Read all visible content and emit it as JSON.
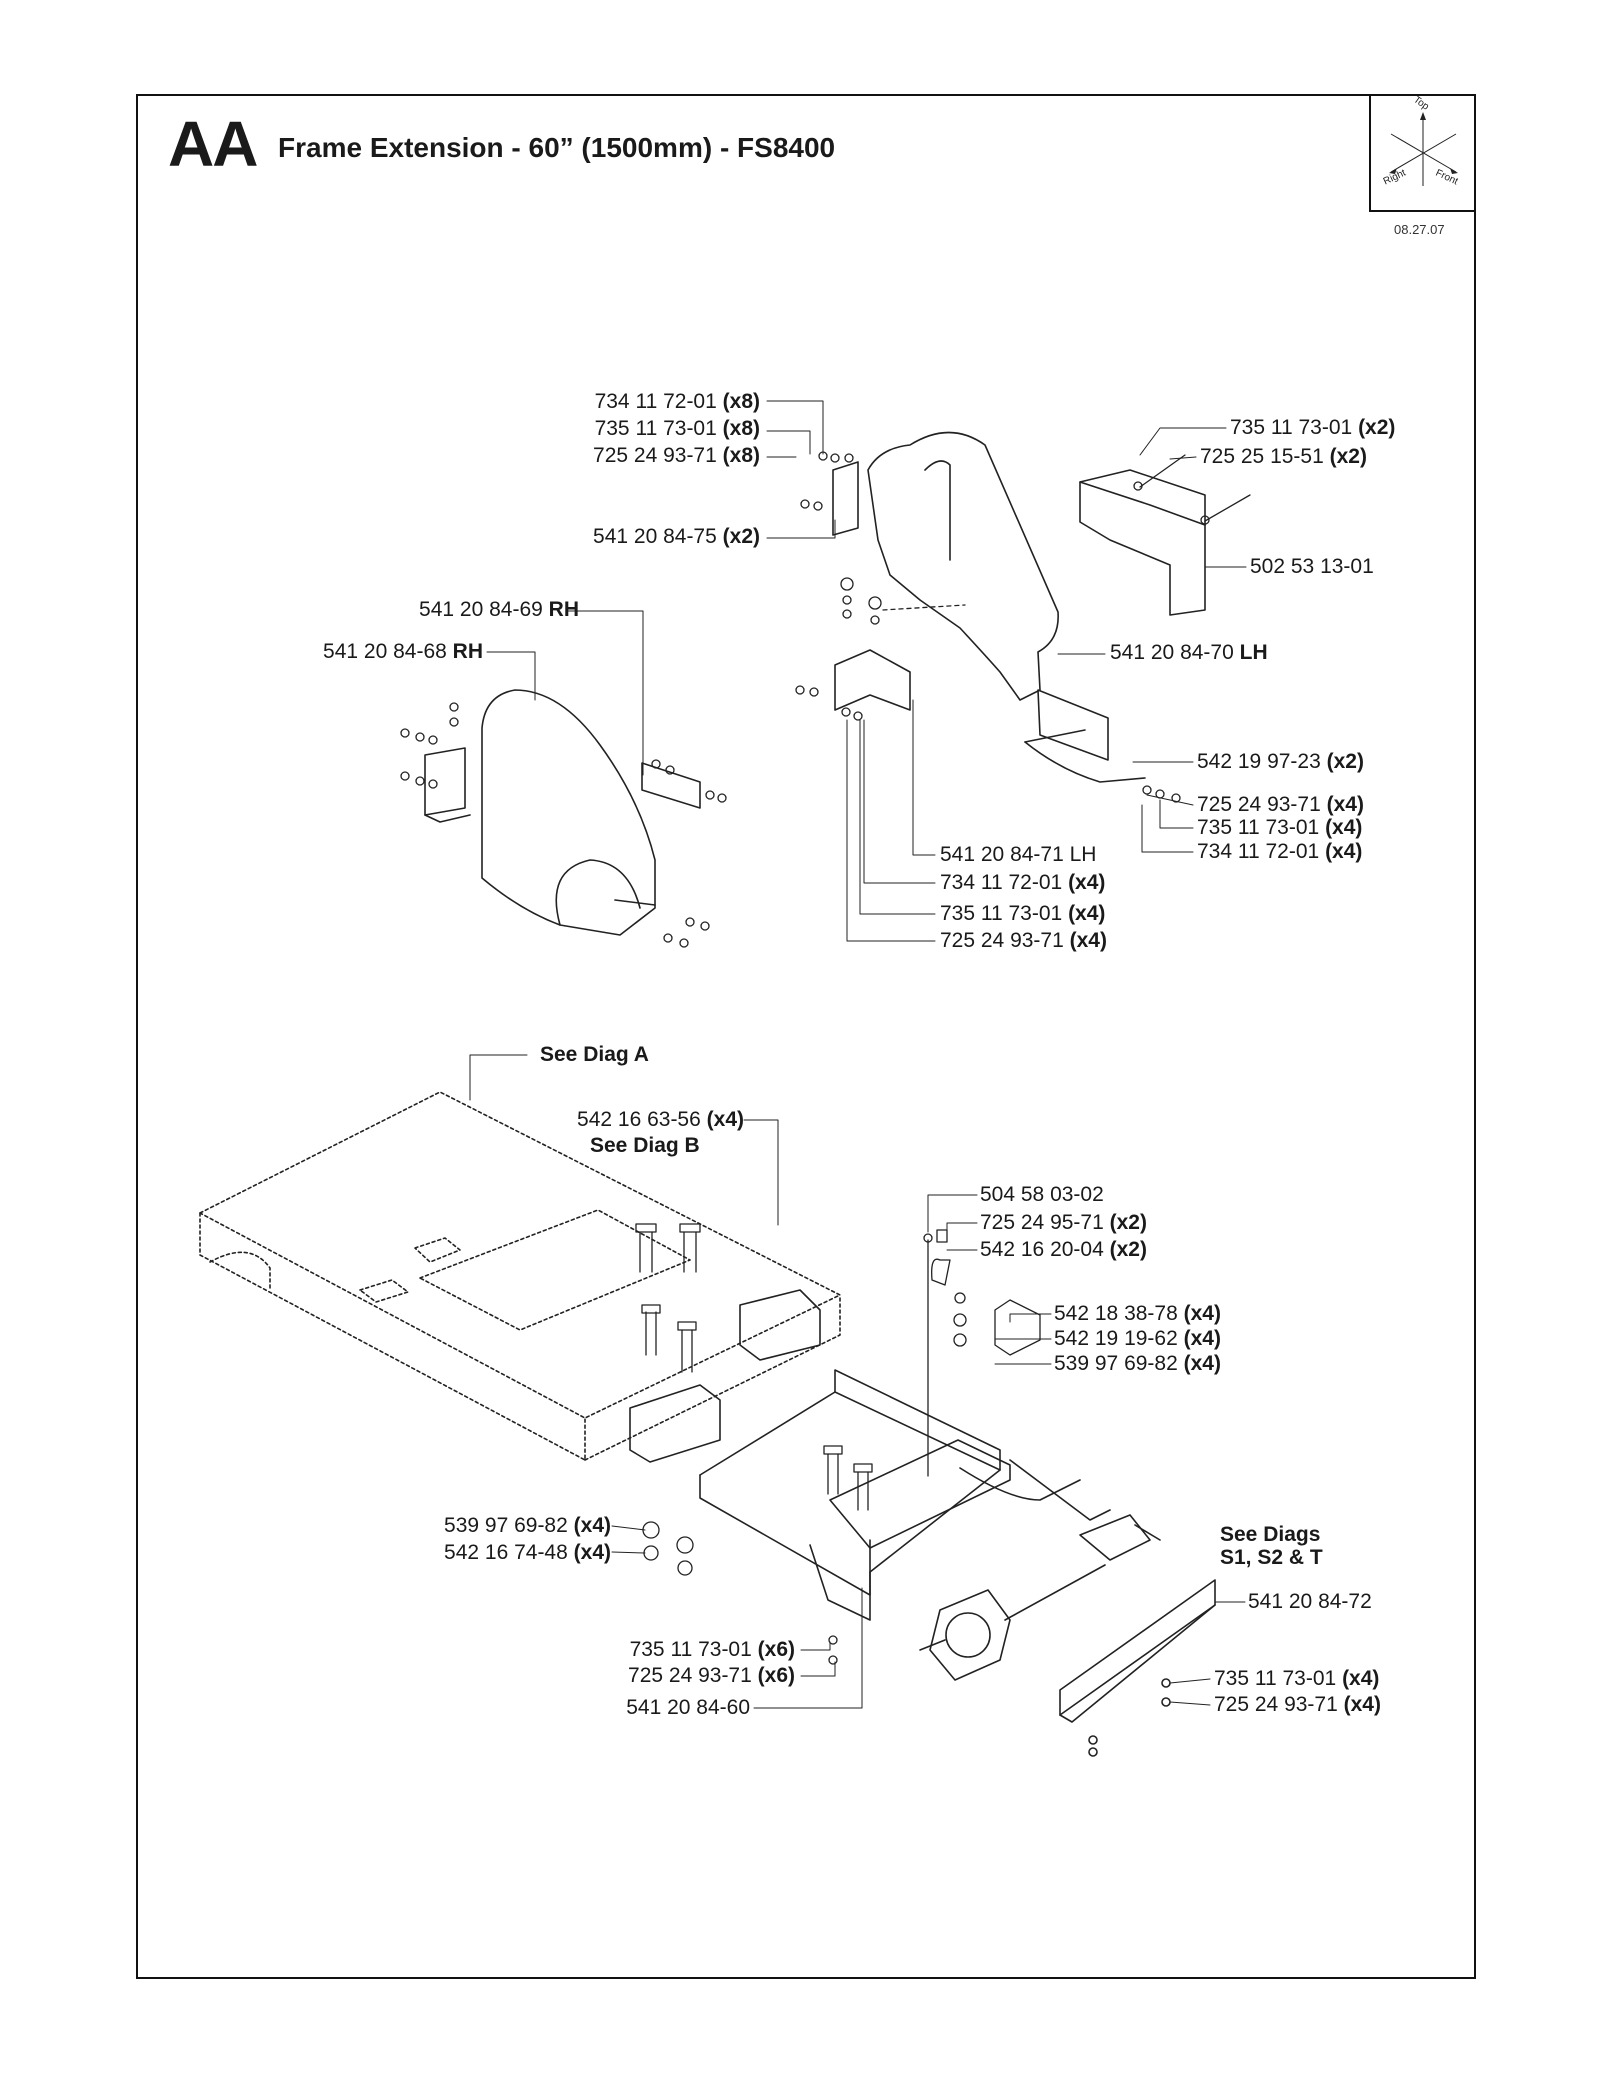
{
  "title": {
    "code": "AA",
    "text": "Frame Extension - 60” (1500mm) - FS8400"
  },
  "date": "08.27.07",
  "orientation": {
    "top": "Top",
    "right": "Right",
    "front": "Front"
  },
  "callouts": {
    "c1": {
      "num": "734 11 72-01",
      "qty": "(x8)"
    },
    "c2": {
      "num": "735 11 73-01",
      "qty": "(x8)"
    },
    "c3": {
      "num": "725 24 93-71",
      "qty": "(x8)"
    },
    "c4": {
      "num": "541 20 84-75",
      "qty": "(x2)"
    },
    "c5": {
      "num": "735 11 73-01",
      "qty": "(x2)"
    },
    "c6": {
      "num": "725 25 15-51",
      "qty": "(x2)"
    },
    "c7": {
      "num": "502 53 13-01",
      "qty": ""
    },
    "c8": {
      "num": "541 20 84-69",
      "qty": "RH"
    },
    "c9": {
      "num": "541 20 84-68",
      "qty": "RH"
    },
    "c10": {
      "num": "541 20 84-70",
      "qty": "LH"
    },
    "c11": {
      "num": "542 19 97-23",
      "qty": "(x2)"
    },
    "c12": {
      "num": "725 24 93-71",
      "qty": "(x4)"
    },
    "c13": {
      "num": "735 11 73-01",
      "qty": "(x4)"
    },
    "c14": {
      "num": "734 11 72-01",
      "qty": "(x4)"
    },
    "c15": {
      "num": "541 20 84-71 LH",
      "qty": ""
    },
    "c16": {
      "num": "734 11 72-01",
      "qty": "(x4)"
    },
    "c17": {
      "num": "735 11 73-01",
      "qty": "(x4)"
    },
    "c18": {
      "num": "725 24 93-71",
      "qty": "(x4)"
    },
    "c19": {
      "num": "542 16 63-56",
      "qty": "(x4)"
    },
    "c20": {
      "num": "504 58 03-02",
      "qty": ""
    },
    "c21": {
      "num": "725 24 95-71",
      "qty": "(x2)"
    },
    "c22": {
      "num": "542 16 20-04",
      "qty": "(x2)"
    },
    "c23": {
      "num": "542 18 38-78",
      "qty": "(x4)"
    },
    "c24": {
      "num": "542 19 19-62",
      "qty": "(x4)"
    },
    "c25": {
      "num": "539 97 69-82",
      "qty": "(x4)"
    },
    "c26": {
      "num": "539 97 69-82",
      "qty": "(x4)"
    },
    "c27": {
      "num": "542 16 74-48",
      "qty": "(x4)"
    },
    "c28": {
      "num": "541 20 84-72",
      "qty": ""
    },
    "c29": {
      "num": "735 11 73-01",
      "qty": "(x6)"
    },
    "c30": {
      "num": "725 24 93-71",
      "qty": "(x6)"
    },
    "c31": {
      "num": "541 20 84-60",
      "qty": ""
    },
    "c32": {
      "num": "735 11 73-01",
      "qty": "(x4)"
    },
    "c33": {
      "num": "725 24 93-71",
      "qty": "(x4)"
    }
  },
  "notes": {
    "see_a": "See Diag A",
    "see_b": "See Diag B",
    "see_s_line1": "See Diags",
    "see_s_line2": "S1, S2 & T"
  }
}
